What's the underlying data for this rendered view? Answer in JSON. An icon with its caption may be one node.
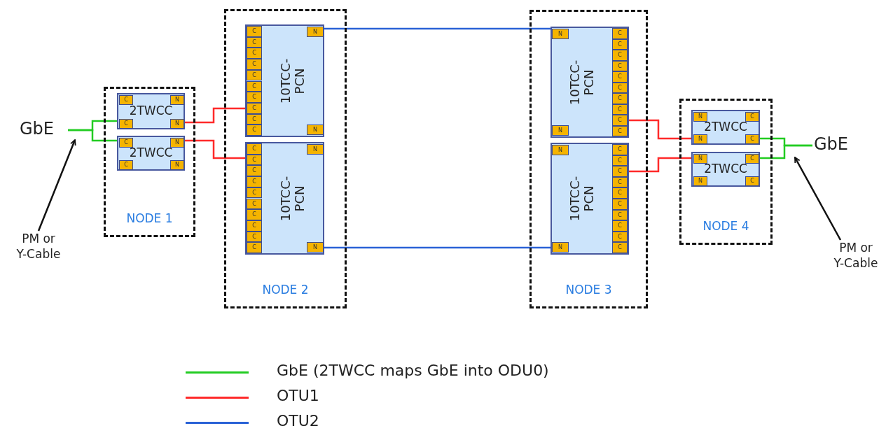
{
  "diagram": {
    "nodes": [
      {
        "text": [
          "GbE"
        ]
      },
      {
        "text": [
          "NODE 1"
        ]
      },
      {
        "text": [
          "2TWCC"
        ],
        "in": 1
      },
      {
        "text": [
          "2TWCC"
        ],
        "in": 1
      },
      {
        "text": [
          "NODE 2"
        ]
      },
      {
        "text": [
          "10TCC- PCN"
        ],
        "in": 4
      },
      {
        "text": [
          "10TCC- PCN"
        ],
        "in": 4
      },
      {
        "text": [
          "NODE 3"
        ]
      },
      {
        "text": [
          "10TCC- PCN"
        ],
        "in": 7
      },
      {
        "text": [
          "10TCC- PCN"
        ],
        "in": 7
      },
      {
        "text": [
          "NODE 4"
        ]
      },
      {
        "text": [
          "2TWCC"
        ],
        "in": 10
      },
      {
        "text": [
          "2TWCC"
        ],
        "in": 10
      },
      {
        "text": [
          "GbE"
        ]
      },
      {
        "text": [
          "PM or Y-Cable"
        ]
      },
      {
        "text": [
          "PM or Y-Cable"
        ]
      }
    ],
    "edges": [
      {
        "from": 0,
        "to": 2,
        "arrow": "none",
        "color": "#22cc22"
      },
      {
        "from": 0,
        "to": 3,
        "arrow": "none",
        "color": "#22cc22"
      },
      {
        "from": 2,
        "to": 5,
        "arrow": "none",
        "color": "#ff2a2a"
      },
      {
        "from": 3,
        "to": 6,
        "arrow": "none",
        "color": "#ff2a2a"
      },
      {
        "from": 5,
        "to": 8,
        "arrow": "none",
        "color": "#2a62d6"
      },
      {
        "from": 6,
        "to": 9,
        "arrow": "none",
        "color": "#2a62d6"
      },
      {
        "from": 8,
        "to": 11,
        "arrow": "none",
        "color": "#ff2a2a"
      },
      {
        "from": 9,
        "to": 12,
        "arrow": "none",
        "color": "#ff2a2a"
      },
      {
        "from": 11,
        "to": 13,
        "arrow": "none",
        "color": "#22cc22"
      },
      {
        "from": 12,
        "to": 13,
        "arrow": "none",
        "color": "#22cc22"
      },
      {
        "from": 14,
        "to": 0,
        "arrow": "to",
        "color": "#111111"
      },
      {
        "from": 15,
        "to": 13,
        "arrow": "to",
        "color": "#111111"
      }
    ],
    "labels": [
      "C",
      "N",
      "C",
      "N",
      "C",
      "N",
      "C",
      "N",
      "C",
      "C",
      "C",
      "C",
      "C",
      "C",
      "C",
      "C",
      "C",
      "C",
      "N",
      "N",
      "C",
      "C",
      "C",
      "C",
      "C",
      "C",
      "C",
      "C",
      "C",
      "C",
      "N",
      "N",
      "N",
      "N",
      "C",
      "C",
      "C",
      "C",
      "C",
      "C",
      "C",
      "C",
      "C",
      "C",
      "N",
      "N",
      "C",
      "C",
      "C",
      "C",
      "C",
      "C",
      "C",
      "C",
      "C",
      "C",
      "N",
      "C",
      "N",
      "C",
      "N",
      "C",
      "N",
      "C"
    ],
    "legend": [
      {
        "text": "GbE (2TWCC maps GbE into ODU0)",
        "color": "#22cc22"
      },
      {
        "text": "OTU1",
        "color": "#ff2a2a"
      },
      {
        "text": "OTU2",
        "color": "#2a62d6"
      }
    ]
  }
}
